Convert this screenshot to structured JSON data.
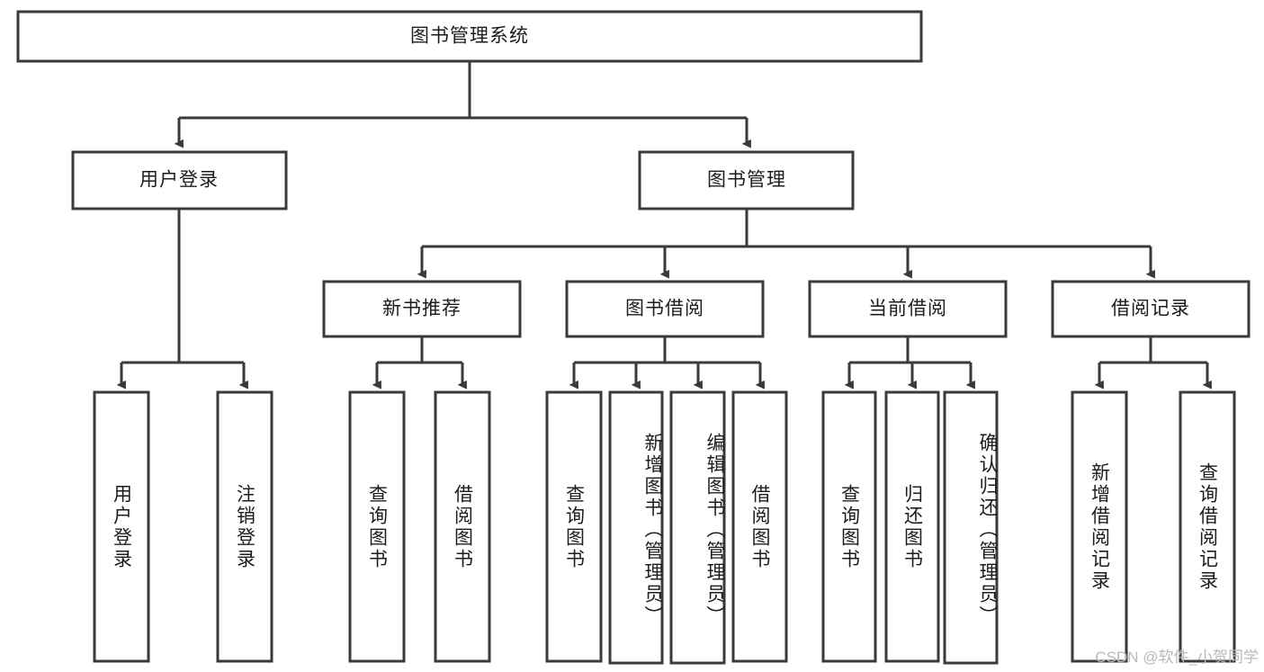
{
  "diagram": {
    "title": "图书管理系统",
    "type": "hierarchy-tree",
    "root": {
      "label": "图书管理系统"
    },
    "level2": [
      {
        "label": "用户登录"
      },
      {
        "label": "图书管理"
      }
    ],
    "level3": [
      {
        "label": "新书推荐"
      },
      {
        "label": "图书借阅"
      },
      {
        "label": "当前借阅"
      },
      {
        "label": "借阅记录"
      }
    ],
    "leaves": {
      "user_login": [
        "用户登录",
        "注销登录"
      ],
      "new_book_recommend": [
        "查询图书",
        "借阅图书"
      ],
      "book_borrow": [
        "查询图书",
        "新增图书（管理员）",
        "编辑图书（管理员）",
        "借阅图书"
      ],
      "current_borrow": [
        "查询图书",
        "归还图书",
        "确认归还（管理员）"
      ],
      "borrow_record": [
        "新增借阅记录",
        "查询借阅记录"
      ]
    }
  },
  "watermark": {
    "text": "CSDN @软件_小贺同学"
  },
  "colors": {
    "stroke": "#3a3a3a",
    "fill": "#ffffff",
    "text": "#1c1c1c",
    "watermark": "#b9b9b9",
    "background": "#ffffff"
  }
}
